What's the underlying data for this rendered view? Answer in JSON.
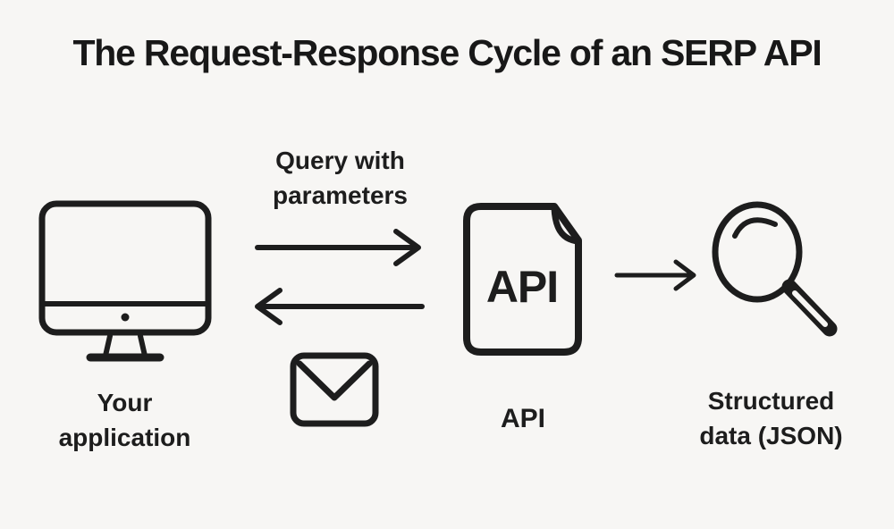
{
  "title": "The Request-Response Cycle of an SERP API",
  "colors": {
    "background": "#f7f6f4",
    "ink": "#1d1d1d"
  },
  "nodes": {
    "application": {
      "label": "Your\napplication",
      "icon": "monitor-icon"
    },
    "api": {
      "icon_text": "API",
      "label": "API",
      "icon": "api-document-icon"
    },
    "output": {
      "label": "Structured\ndata (JSON)",
      "icon": "magnifying-glass-icon"
    }
  },
  "flows": {
    "request": {
      "label": "Query with\nparameters",
      "direction": "right"
    },
    "response": {
      "direction": "left",
      "icon": "envelope-icon"
    },
    "result": {
      "direction": "right"
    }
  }
}
